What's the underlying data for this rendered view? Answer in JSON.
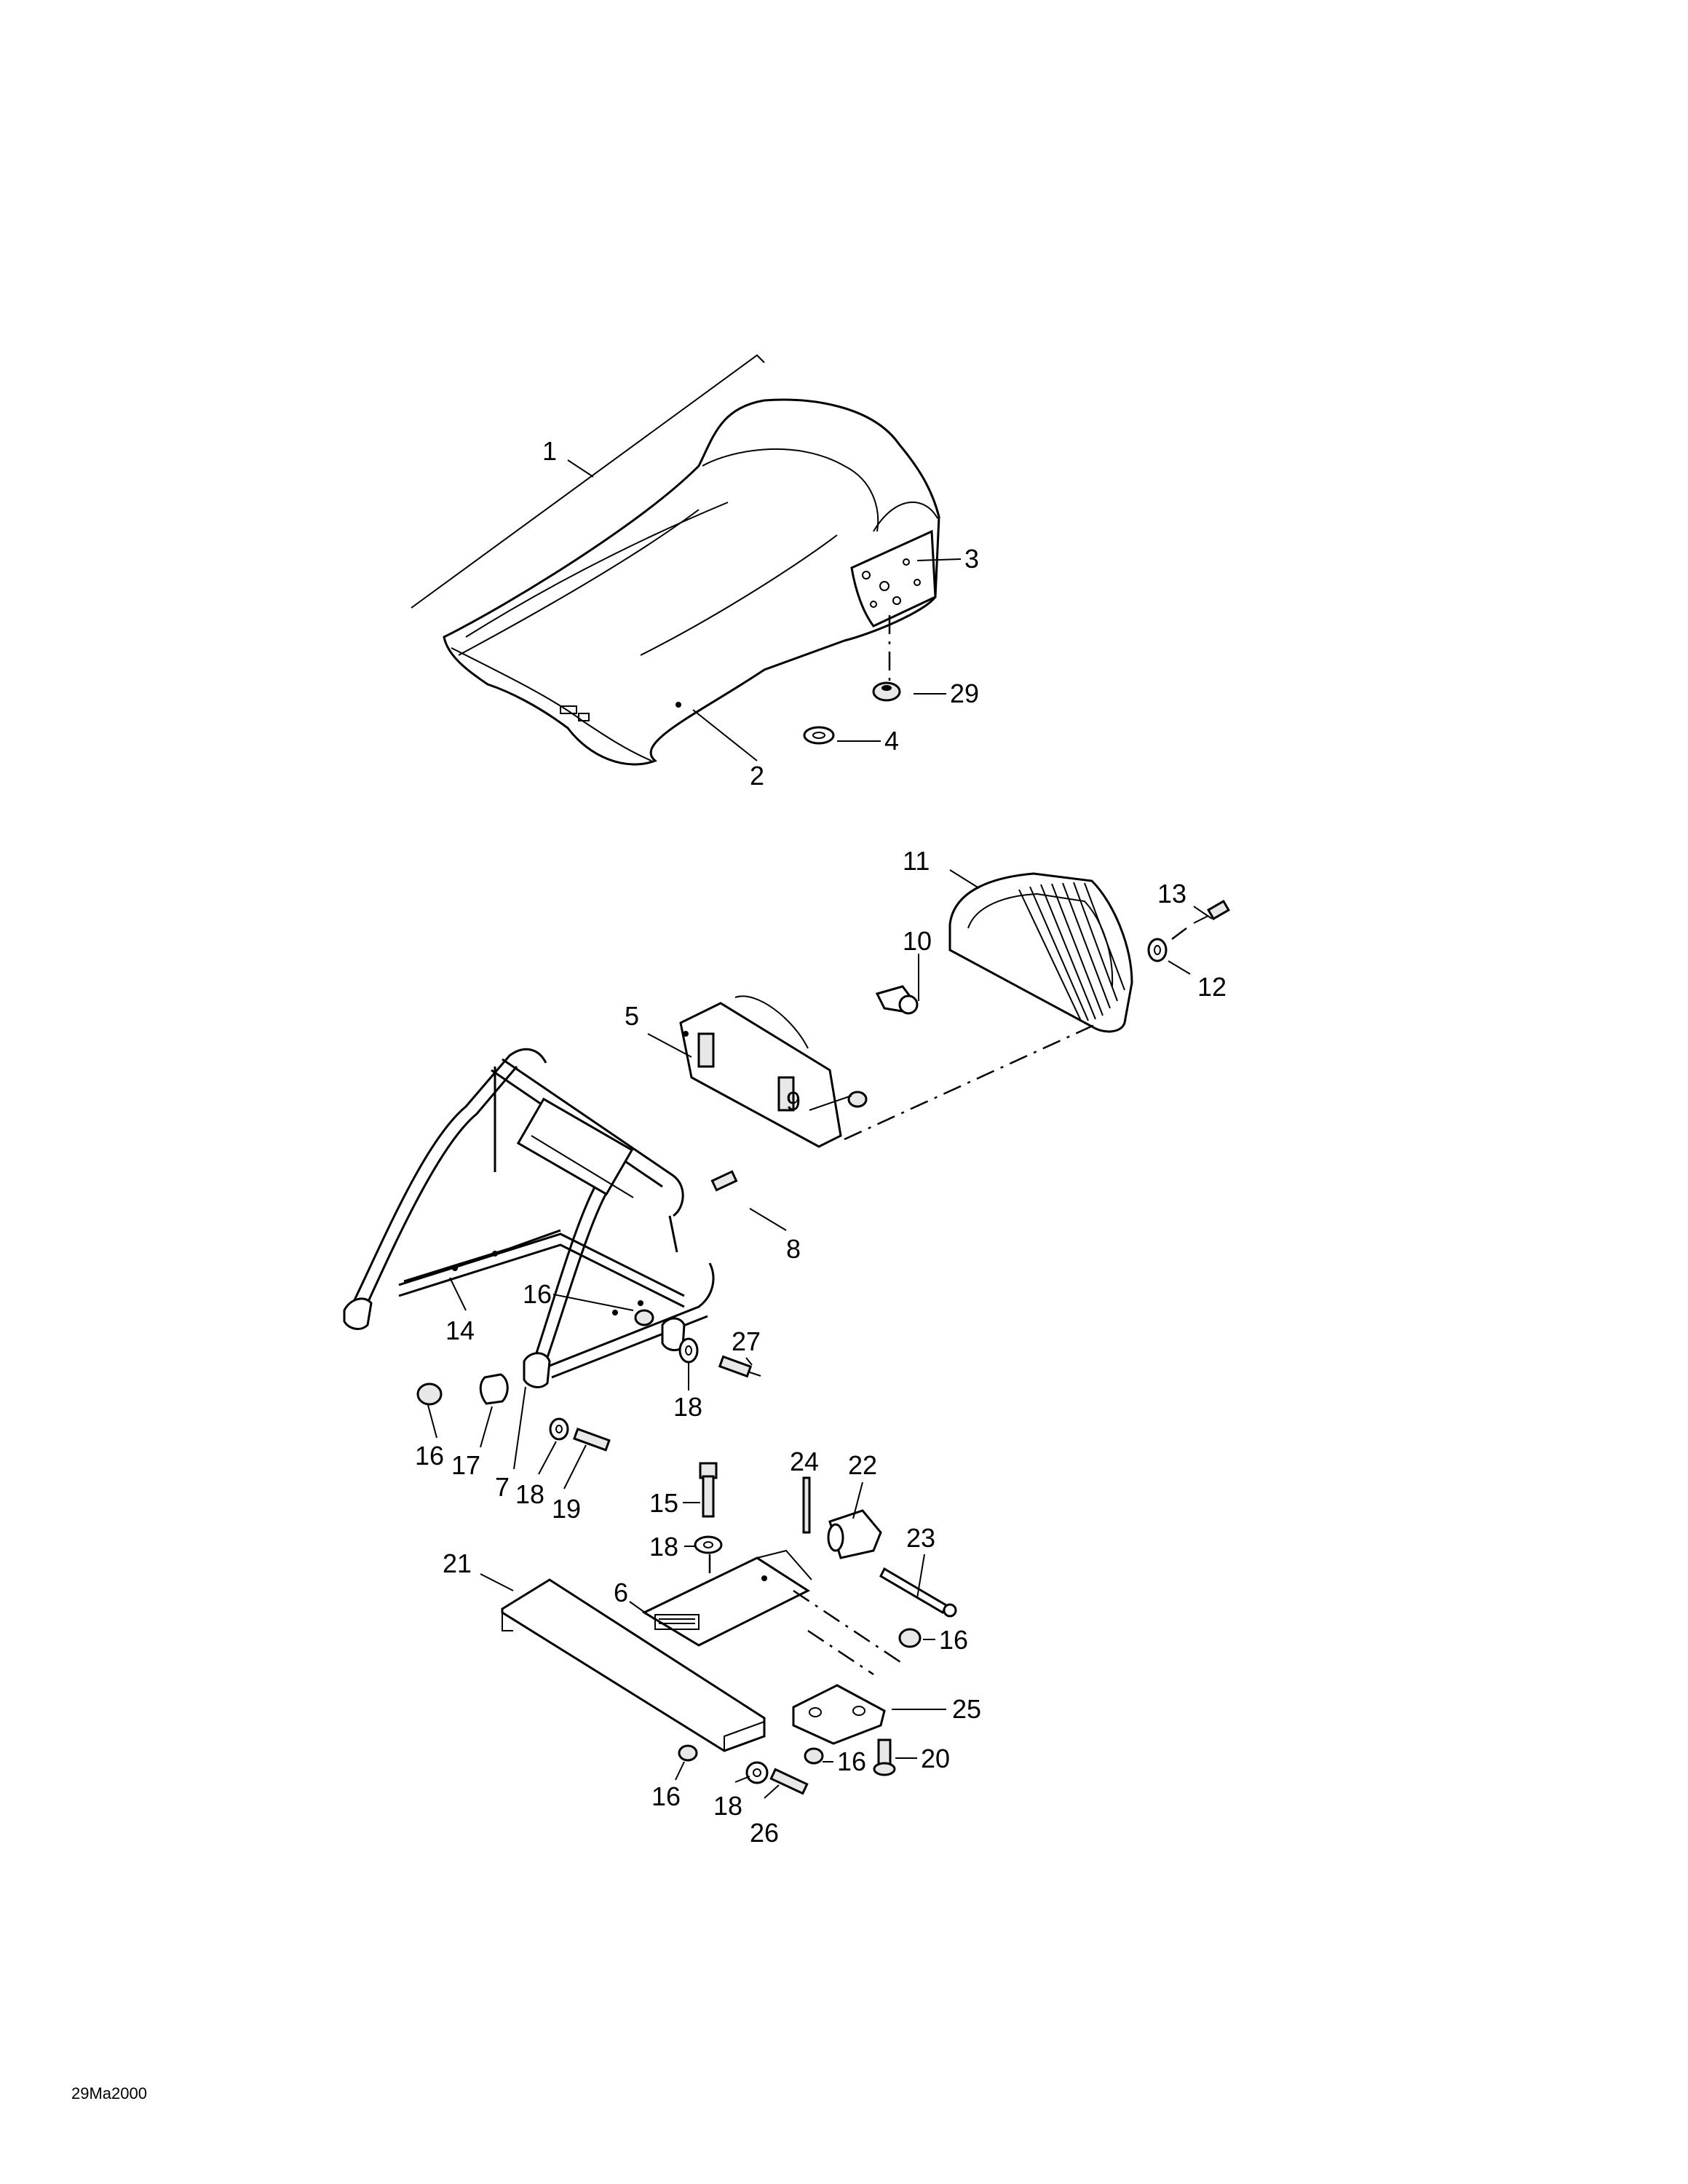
{
  "drawing_id": "29Ma2000",
  "callouts": {
    "p1": "1",
    "p2": "2",
    "p3": "3",
    "p4": "4",
    "p29": "29",
    "p11": "11",
    "p13": "13",
    "p12": "12",
    "p10": "10",
    "p5": "5",
    "p9": "9",
    "p8": "8",
    "p16a": "16",
    "p14": "14",
    "p27": "27",
    "p18a": "18",
    "p16b": "16",
    "p17": "17",
    "p7": "7",
    "p18b": "18",
    "p19": "19",
    "p15": "15",
    "p24": "24",
    "p22": "22",
    "p18c": "18",
    "p23": "23",
    "p21": "21",
    "p6": "6",
    "p16c": "16",
    "p25": "25",
    "p16d": "16",
    "p20": "20",
    "p16e": "16",
    "p18d": "18",
    "p26": "26"
  }
}
